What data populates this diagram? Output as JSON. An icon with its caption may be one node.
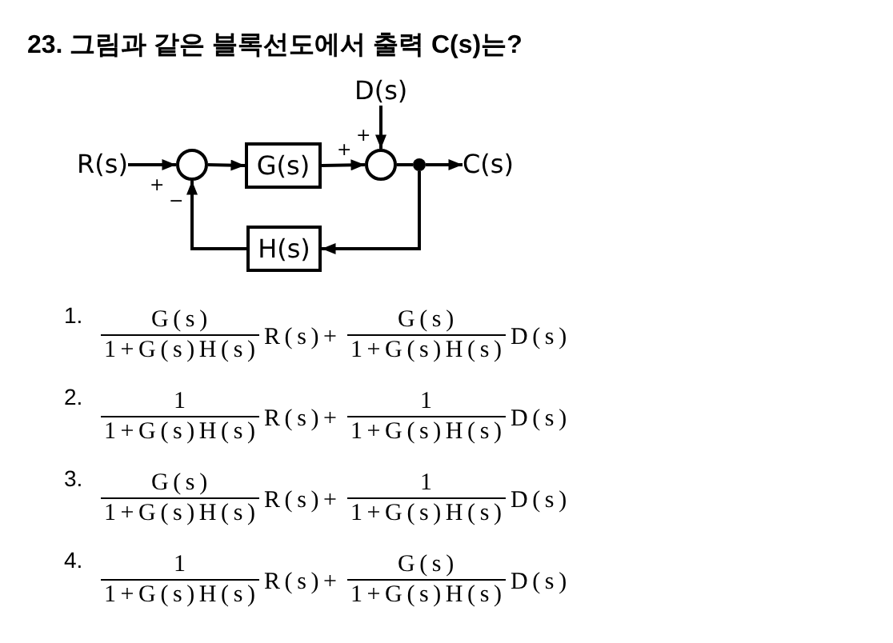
{
  "diagram": {
    "title": "23. 그림과 같은 블록선도에서 출력 C(s)는?",
    "nodes": [
      {
        "text": [
          "D(s)"
        ]
      },
      {
        "text": [
          "R(s)"
        ]
      },
      {
        "text": [],
        "shape": "circle"
      },
      {
        "text": [
          "G(s)"
        ]
      },
      {
        "text": [],
        "shape": "circle"
      },
      {
        "text": [],
        "shape": "dot"
      },
      {
        "text": [
          "C(s)"
        ]
      },
      {
        "text": [
          "H(s)"
        ]
      }
    ],
    "edges": [
      {
        "from": 0,
        "to": 4,
        "arrow": "to"
      },
      {
        "from": 1,
        "to": 2,
        "arrow": "to"
      },
      {
        "from": 2,
        "to": 3,
        "arrow": "to"
      },
      {
        "from": 3,
        "to": 4,
        "arrow": "to"
      },
      {
        "from": 4,
        "to": 5,
        "arrow": "none"
      },
      {
        "from": 5,
        "to": 6,
        "arrow": "to"
      },
      {
        "from": 5,
        "to": 7,
        "arrow": "to"
      },
      {
        "from": 7,
        "to": 2,
        "arrow": "to"
      }
    ],
    "labels": [
      "+",
      "+",
      "+",
      "−",
      "1.",
      "G(s)",
      "1+G(s)H(s)",
      "R(s)",
      "+",
      "G(s)",
      "1+G(s)H(s)",
      "D(s)",
      "2.",
      "1",
      "1+G(s)H(s)",
      "R(s)",
      "+",
      "1",
      "1+G(s)H(s)",
      "D(s)",
      "3.",
      "G(s)",
      "1+G(s)H(s)",
      "R(s)",
      "+",
      "1",
      "1+G(s)H(s)",
      "D(s)",
      "4.",
      "1",
      "1+G(s)H(s)",
      "R(s)",
      "+",
      "G(s)",
      "1+G(s)H(s)",
      "D(s)"
    ]
  }
}
